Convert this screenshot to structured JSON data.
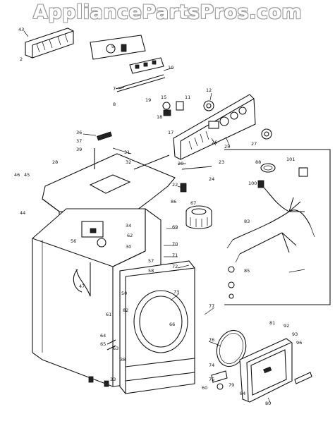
{
  "watermark": "AppliancePartsPros.com",
  "callouts": {
    "c43": "43",
    "c2": "2",
    "c9": "9",
    "c10": "10",
    "c7": "7",
    "c8": "8",
    "c19": "19",
    "c15": "15",
    "c11": "11",
    "c12": "12",
    "c18": "18",
    "c17": "17",
    "c26": "26",
    "c25": "25",
    "c27": "27",
    "c36": "36",
    "c37": "37",
    "c39": "39",
    "c31": "31",
    "c32": "32",
    "c46": "46",
    "c45": "45",
    "c44": "44",
    "c28": "28",
    "c20": "20",
    "c23": "23",
    "c24": "24",
    "c22": "22",
    "c86": "86",
    "c67": "67",
    "c88": "88",
    "c101": "101",
    "c100": "100",
    "c83": "83",
    "c34": "34",
    "c62": "62",
    "c56": "56",
    "c30": "30",
    "c69": "69",
    "c70": "70",
    "c71": "71",
    "c72": "72",
    "c57": "57",
    "c58": "58",
    "c73": "73",
    "c66": "66",
    "c82": "82",
    "c61": "61",
    "c64": "64",
    "c65": "65",
    "c85": "85",
    "c76": "76",
    "c77": "77",
    "c81": "81",
    "c92": "92",
    "c93": "93",
    "c96": "96",
    "c80": "80",
    "c74": "74",
    "c75": "75",
    "c79": "79",
    "c84": "84",
    "c60": "60",
    "c63": "63",
    "c38": "38",
    "c47": "47",
    "c33": "33",
    "c50": "50"
  }
}
